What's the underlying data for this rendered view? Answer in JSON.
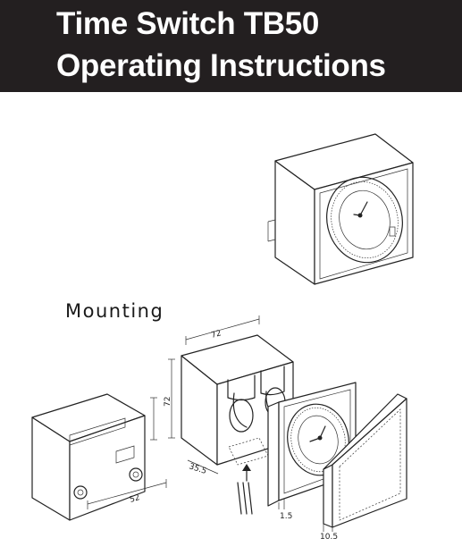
{
  "header": {
    "title_line1": "Time Switch TB50",
    "title_line2": "Operating Instructions",
    "background": "#231f20",
    "text_color": "#ffffff"
  },
  "sections": {
    "mounting_label": "Mounting"
  },
  "dimensions": {
    "width_top": "72",
    "height_side": "72",
    "depth": "35.5",
    "rail_spacing": "52",
    "gap_small": "1.5",
    "cover_depth": "10.5"
  },
  "illustrations": [
    "time-switch-assembled",
    "mounting-base",
    "housing-exploded",
    "dial-module",
    "transparent-cover"
  ]
}
